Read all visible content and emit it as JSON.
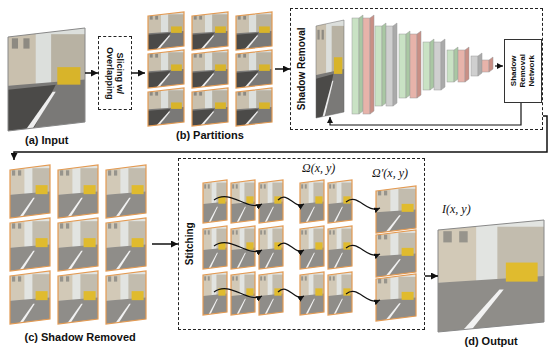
{
  "diagram": {
    "nodes": [
      {
        "text": [
          "(a) Input"
        ]
      },
      {
        "text": [
          "Slicing w/ Overlapping"
        ]
      },
      {
        "text": [
          "(b) Partitions"
        ]
      },
      {
        "text": [
          "Shadow Removal"
        ]
      },
      {
        "text": [
          "Shadow Removal Network"
        ],
        "in": 3
      },
      {
        "text": [
          "(c) Shadow Removed"
        ]
      },
      {
        "text": [
          "Stitching"
        ]
      },
      {
        "text": [
          "(d) Output"
        ]
      }
    ],
    "edges": [
      {
        "from": 0,
        "to": 1,
        "arrow": "to"
      },
      {
        "from": 1,
        "to": 2,
        "arrow": "to"
      },
      {
        "from": 2,
        "to": 3,
        "arrow": "to"
      },
      {
        "from": 3,
        "to": 5,
        "arrow": "to"
      },
      {
        "from": 5,
        "to": 6,
        "arrow": "to"
      },
      {
        "from": 6,
        "to": 7,
        "label": "I(x, y)",
        "arrow": "to"
      }
    ],
    "labels": [
      "Ω(x, y)",
      "Ω′(x, y)"
    ]
  }
}
